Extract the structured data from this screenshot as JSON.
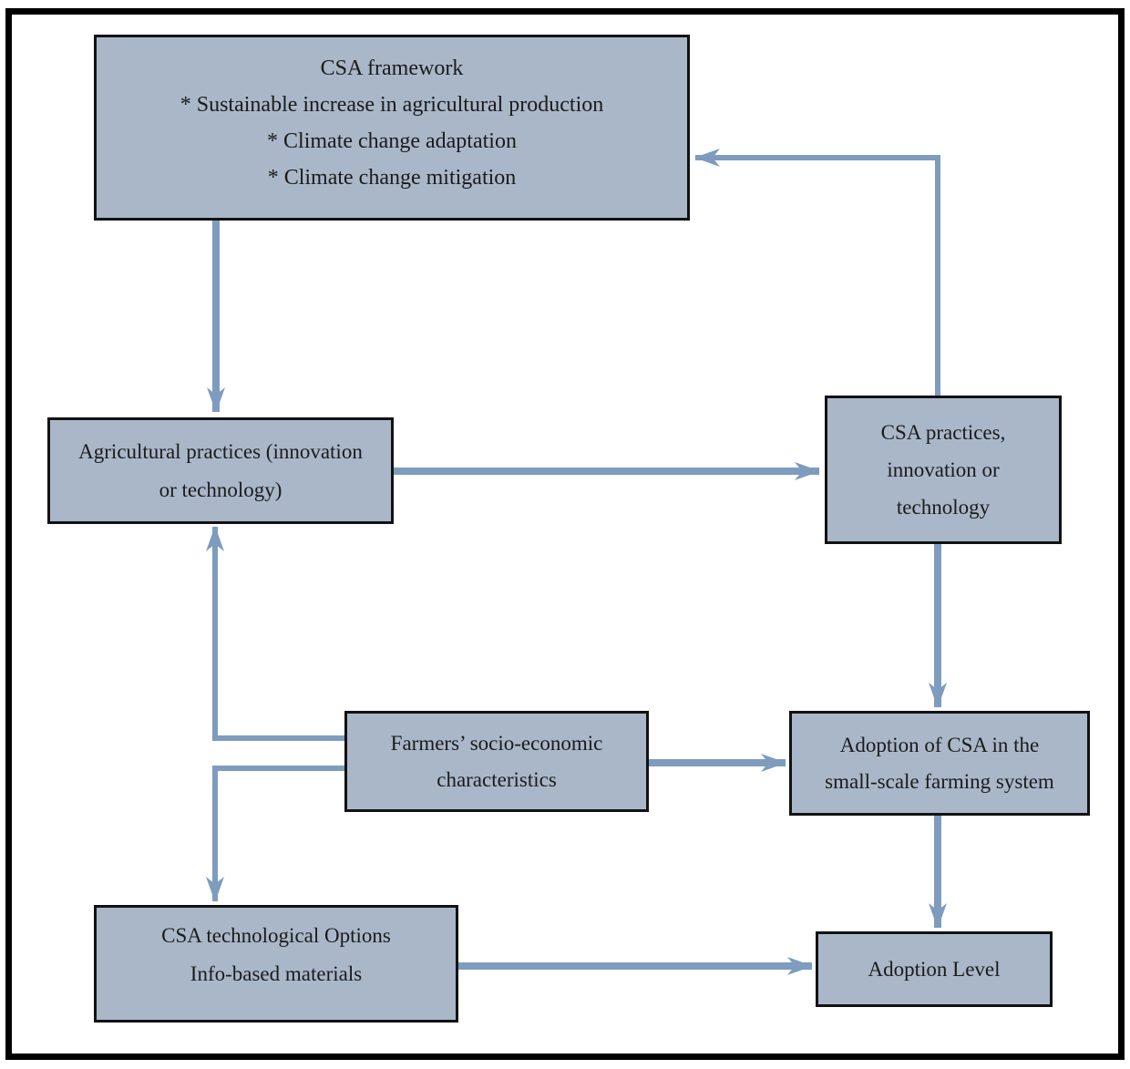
{
  "figure": {
    "boxes": {
      "csa_framework": {
        "title": "CSA framework",
        "items": [
          "* Sustainable increase in agricultural production",
          "* Climate change adaptation",
          "* Climate change mitigation"
        ]
      },
      "agricultural_practices": {
        "lines": [
          "Agricultural practices (innovation",
          "or technology)"
        ]
      },
      "csa_practices": {
        "lines": [
          "CSA practices,",
          "innovation or",
          "technology"
        ]
      },
      "farmers_characteristics": {
        "lines": [
          "Farmers’ socio-economic",
          "characteristics"
        ]
      },
      "adoption_csa": {
        "lines": [
          "Adoption of CSA in the",
          "small-scale farming system"
        ]
      },
      "csa_tech_options": {
        "lines": [
          "CSA technological Options",
          "Info-based materials"
        ]
      },
      "adoption_level": {
        "lines": [
          "Adoption Level"
        ]
      }
    },
    "connectors": [
      {
        "from": "CSA framework",
        "to": "Agricultural practices (innovation or technology)"
      },
      {
        "from": "Agricultural practices (innovation or technology)",
        "to": "CSA practices, innovation or technology"
      },
      {
        "from": "CSA practices, innovation or technology",
        "to": "CSA framework"
      },
      {
        "from": "CSA practices, innovation or technology",
        "to": "Adoption of CSA in the small-scale farming system"
      },
      {
        "from": "Farmers’ socio-economic characteristics",
        "to": "Adoption of CSA in the small-scale farming system"
      },
      {
        "from": "Farmers’ socio-economic characteristics",
        "to": "Agricultural practices (innovation or technology)"
      },
      {
        "from": "Farmers’ socio-economic characteristics",
        "to": "CSA technological Options Info-based materials"
      },
      {
        "from": "Adoption of CSA in the small-scale farming system",
        "to": "Adoption Level"
      },
      {
        "from": "CSA technological Options Info-based materials",
        "to": "Adoption Level"
      }
    ]
  },
  "colors": {
    "background": "#ffffff",
    "frame_border": "#000000",
    "box_fill": "#a9b7c9",
    "box_border": "#121212",
    "text": "#1b1b1b",
    "arrow": "#7e9cbe"
  }
}
